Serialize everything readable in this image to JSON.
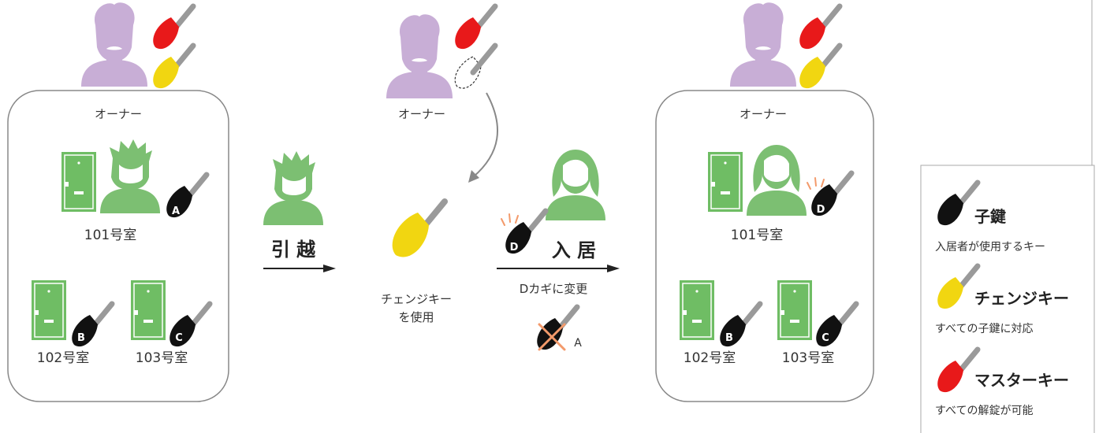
{
  "colors": {
    "owner": "#c8aed6",
    "resident": "#7cbf72",
    "door": "#6fbd64",
    "key_child": "#111111",
    "key_change": "#f1d611",
    "key_master": "#e8191a",
    "key_shaft": "#9a9a9a",
    "accent": "#f39a6b",
    "line": "#888888"
  },
  "left_panel": {
    "owner_label": "オーナー",
    "room_101": "101号室",
    "room_102": "102号室",
    "room_103": "103号室",
    "key_101": "A",
    "key_102": "B",
    "key_103": "C"
  },
  "move_out": {
    "label": "引 越"
  },
  "middle_panel": {
    "owner_label": "オーナー",
    "change_key_caption_1": "チェンジキー",
    "change_key_caption_2": "を使用"
  },
  "move_in": {
    "label": "入 居",
    "caption": "Dカギに変更",
    "new_key": "D",
    "old_key": "A"
  },
  "right_panel": {
    "owner_label": "オーナー",
    "room_101": "101号室",
    "room_102": "102号室",
    "room_103": "103号室",
    "key_101": "D",
    "key_102": "B",
    "key_103": "C"
  },
  "legend": {
    "child_key_title": "子鍵",
    "child_key_desc": "入居者が使用するキー",
    "change_key_title": "チェンジキー",
    "change_key_desc": "すべての子鍵に対応",
    "master_key_title": "マスターキー",
    "master_key_desc": "すべての解錠が可能"
  }
}
